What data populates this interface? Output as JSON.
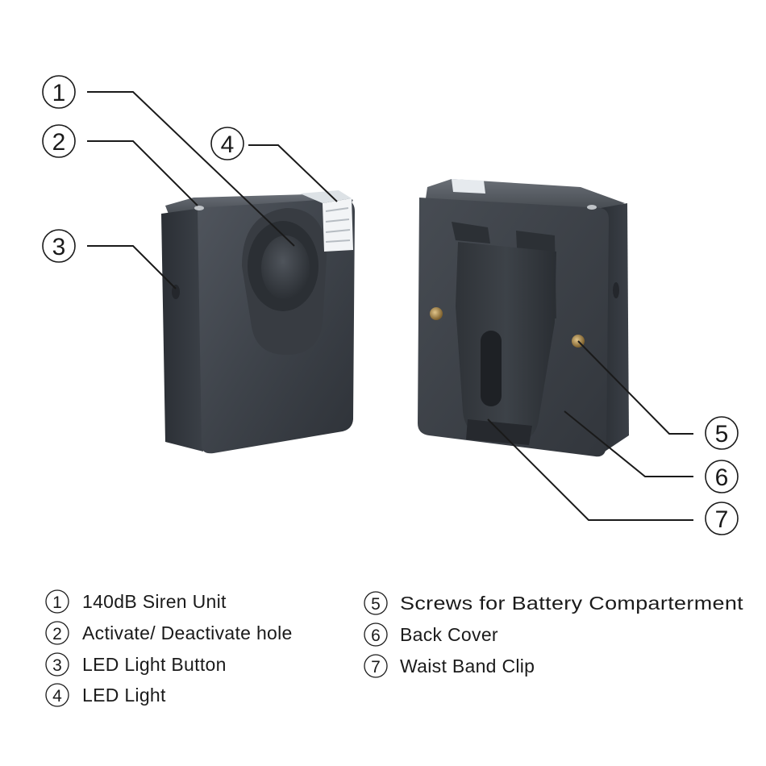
{
  "callouts": {
    "c1": "1",
    "c2": "2",
    "c3": "3",
    "c4": "4",
    "c5": "5",
    "c6": "6",
    "c7": "7"
  },
  "legend": [
    {
      "num": "1",
      "label": "140dB Siren Unit"
    },
    {
      "num": "2",
      "label": "Activate/ Deactivate hole"
    },
    {
      "num": "3",
      "label": "LED Light Button"
    },
    {
      "num": "4",
      "label": "LED Light"
    },
    {
      "num": "5",
      "label": "Screws for Battery Comparterment"
    },
    {
      "num": "6",
      "label": "Back Cover"
    },
    {
      "num": "7",
      "label": "Waist Band Clip"
    }
  ],
  "colors": {
    "device_body": "#3f444c",
    "device_edge": "#2a2e34",
    "line": "#1a1a1a",
    "led_lens": "#e6eaee",
    "screw": "#b08a4a"
  }
}
